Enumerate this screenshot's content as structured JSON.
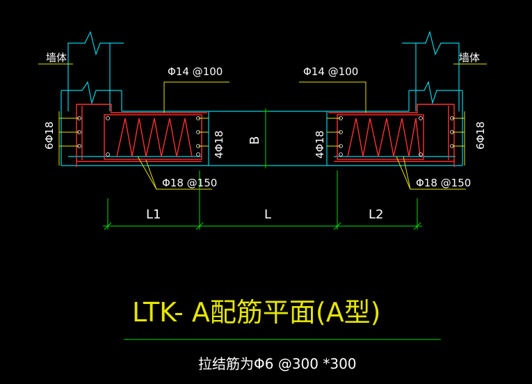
{
  "drawing": {
    "title": "LTK- A配筋平面(A型)",
    "subtitle": "拉结筋为Φ6 @300 *300",
    "colors": {
      "background": "#000000",
      "outline": "#00d6e6",
      "rebar": "#ff3030",
      "leader": "#e6e600",
      "dimension": "#00e000",
      "text": "#ffffff",
      "tie": "#ffffff"
    },
    "labels": {
      "wall_left": "墙体",
      "wall_right": "墙体",
      "top_bar_left": "Φ14 @100",
      "top_bar_right": "Φ14 @100",
      "side_bars_left": "6Φ18",
      "side_bars_right": "6Φ18",
      "inner_bars_left": "4Φ18",
      "inner_bars_right": "4Φ18",
      "stirrup_left": "Φ18 @150",
      "stirrup_right": "Φ18 @150",
      "width_label": "B"
    },
    "dimensions": {
      "l1": "L1",
      "l": "L",
      "l2": "L2"
    }
  }
}
